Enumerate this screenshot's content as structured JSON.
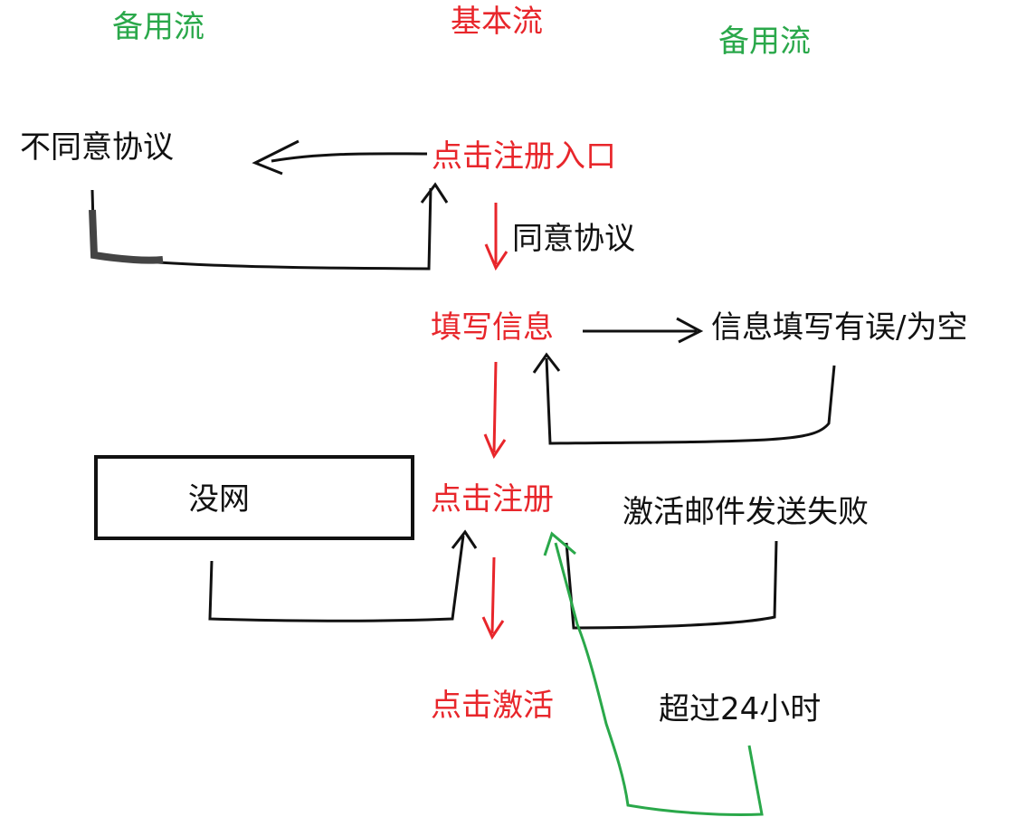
{
  "headers": {
    "left": "备用流",
    "center": "基本流",
    "right": "备用流"
  },
  "basic_flow": {
    "step1": "点击注册入口",
    "step2": "填写信息",
    "step3": "点击注册",
    "step4": "点击激活"
  },
  "transition_labels": {
    "agree": "同意协议"
  },
  "alternate_flows": {
    "disagree": "不同意协议",
    "info_error": "信息填写有误/为空",
    "no_network": "没网",
    "mail_failed": "激活邮件发送失败",
    "over_24h": "超过24小时"
  },
  "colors": {
    "basic": "#e8262b",
    "alternate_header": "#2aa84a",
    "text": "#111111",
    "timeout_line": "#2aa84a"
  }
}
